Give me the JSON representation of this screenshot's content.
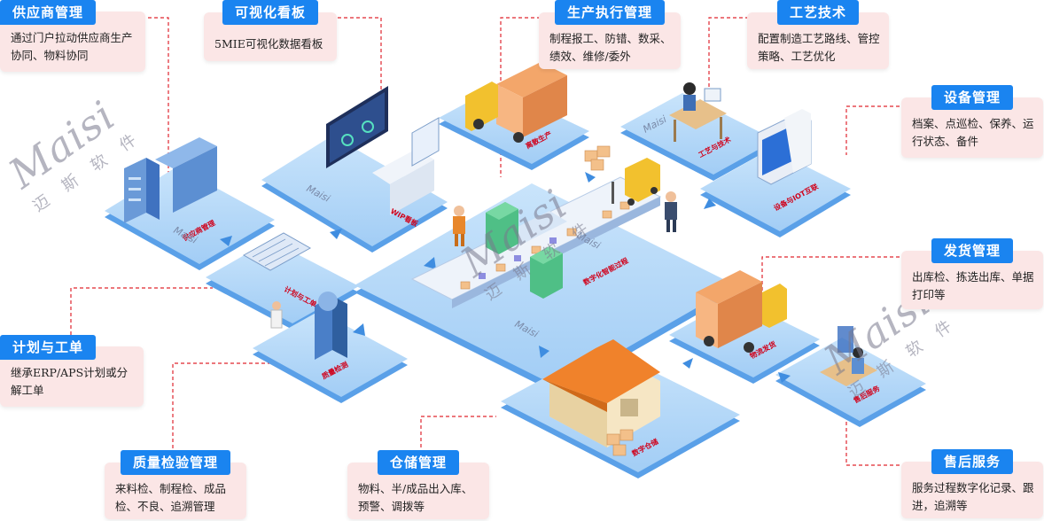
{
  "brand": {
    "latin": "Maisi",
    "chinese": "迈 斯 软 件"
  },
  "cards": {
    "supplier": {
      "title": "供应商管理",
      "body": "通过门户拉动供应商生产协同、物料协同"
    },
    "kanban": {
      "title": "可视化看板",
      "body": "5MIE可视化数据看板"
    },
    "mes": {
      "title": "生产执行管理",
      "body": "制程报工、防错、数采、绩效、维修/委外"
    },
    "process": {
      "title": "工艺技术",
      "body": "配置制造工艺路线、管控策略、工艺优化"
    },
    "equipment": {
      "title": "设备管理",
      "body": "档案、点巡检、保养、运行状态、备件"
    },
    "shipping": {
      "title": "发货管理",
      "body": "出库检、拣选出库、单据打印等"
    },
    "planning": {
      "title": "计划与工单",
      "body": "继承ERP/APS计划或分解工单"
    },
    "quality": {
      "title": "质量检验管理",
      "body": "来料检、制程检、成品检、不良、追溯管理"
    },
    "warehouse": {
      "title": "仓储管理",
      "body": "物料、半/成品出入库、预警、调拨等"
    },
    "aftersales": {
      "title": "售后服务",
      "body": "服务过程数字化记录、跟进，追溯等"
    }
  },
  "modules": {
    "supplier": "供应商管理",
    "wip": "WIP看板",
    "mes": "离散生产",
    "process": "工艺与技术",
    "iot": "设备与IOT互联",
    "planning": "计划与工单",
    "quality": "质量检测",
    "line": "数字化智能过程",
    "warehouse": "数字仓储",
    "logistics": "物流发货",
    "service": "售后服务"
  },
  "colors": {
    "accent": "#1a84f0",
    "card_bg": "#fbe6e6",
    "platform_top": "#a9d4f8",
    "platform_side": "#5aa0e8",
    "dash": "#e0262f",
    "label": "#d0021b"
  },
  "icons": [
    "truck-icon",
    "forklift-icon",
    "warehouse-house-icon",
    "server-icon",
    "monitor-icon",
    "worker-icon",
    "robot-arm-icon",
    "conveyor-icon"
  ]
}
